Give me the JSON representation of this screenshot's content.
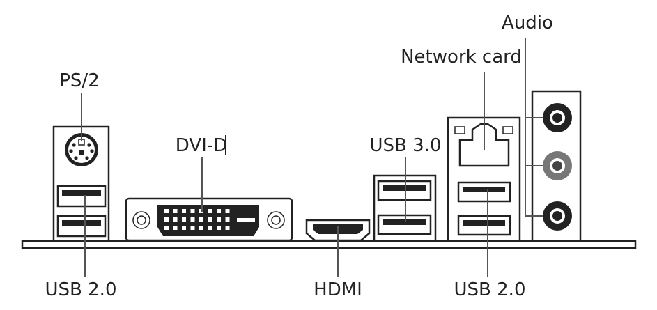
{
  "labels": {
    "ps2": "PS/2",
    "dvi": "DVI-D",
    "usb3": "USB 3.0",
    "network": "Network card",
    "audio": "Audio",
    "usb2_left": "USB 2.0",
    "hdmi": "HDMI",
    "usb2_right": "USB 2.0"
  }
}
